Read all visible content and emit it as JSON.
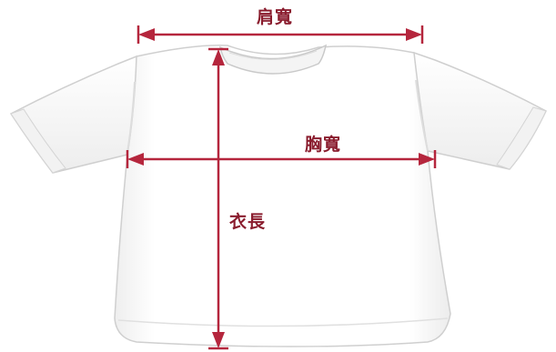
{
  "labels": {
    "shoulder_width": "肩寬",
    "chest_width": "胸寬",
    "body_length": "衣長"
  },
  "colors": {
    "measure_line": "#b5263d",
    "label_text": "#8a1d2e",
    "shirt_fill": "#ffffff",
    "shirt_outline": "#c8c8c8",
    "shirt_shadow": "#e6e6e6",
    "background": "#ffffff"
  }
}
